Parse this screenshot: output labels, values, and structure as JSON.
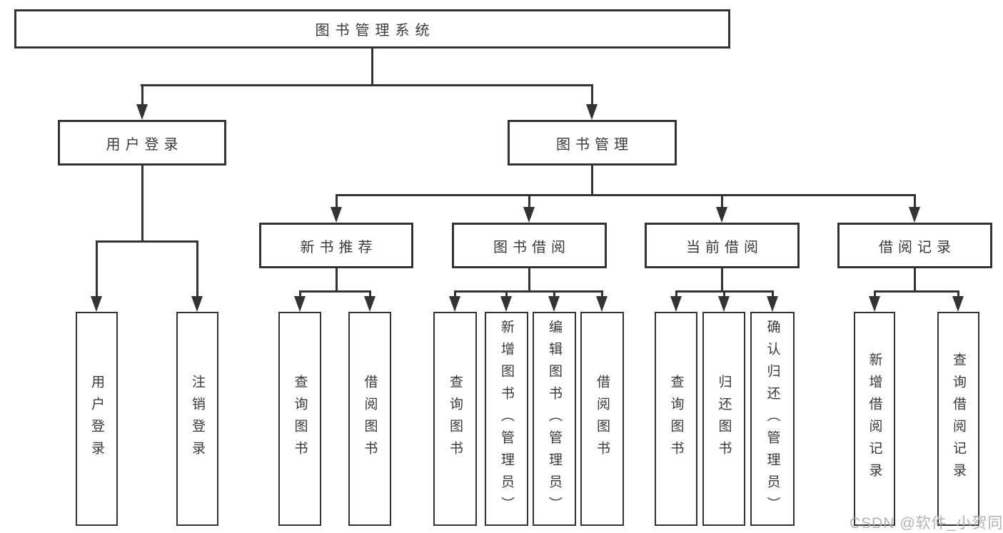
{
  "diagram": {
    "root": "图书管理系统",
    "branches": [
      {
        "label": "用户登录",
        "leaves": [
          "用户登录",
          "注销登录"
        ]
      },
      {
        "label": "图书管理",
        "groups": [
          {
            "label": "新书推荐",
            "leaves": [
              "查询图书",
              "借阅图书"
            ]
          },
          {
            "label": "图书借阅",
            "leaves": [
              "查询图书",
              "新增图书（管理员）",
              "编辑图书（管理员）",
              "借阅图书"
            ]
          },
          {
            "label": "当前借阅",
            "leaves": [
              "查询图书",
              "归还图书",
              "确认归还（管理员）"
            ]
          },
          {
            "label": "借阅记录",
            "leaves": [
              "新增借阅记录",
              "查询借阅记录"
            ]
          }
        ]
      }
    ]
  },
  "watermark": "CSDN @软件_小贺同学",
  "colors": {
    "line": "#333333",
    "box_border": "#333333",
    "text": "#3a3a3a",
    "watermark": "#adadad",
    "background": "#ffffff"
  }
}
